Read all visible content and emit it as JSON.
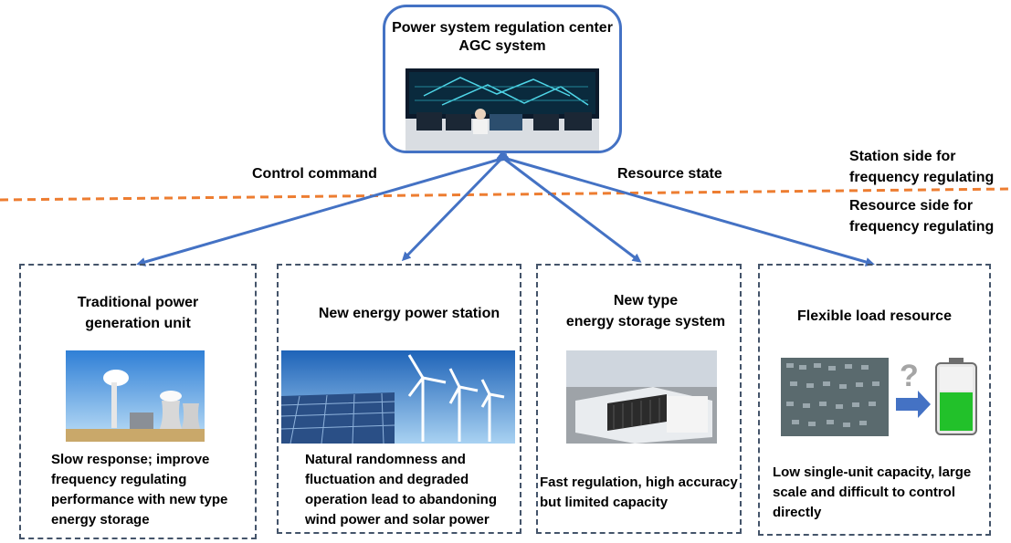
{
  "center": {
    "title_line1": "Power system regulation center",
    "title_line2": "AGC system"
  },
  "labels": {
    "control_command": "Control command",
    "resource_state": "Resource state",
    "station_side_1": "Station side for",
    "station_side_2": "frequency regulating",
    "resource_side_1": "Resource side for",
    "resource_side_2": "frequency regulating"
  },
  "cards": [
    {
      "title_lines": [
        "Traditional power",
        "generation unit"
      ],
      "desc_lines": [
        "Slow response; improve",
        "frequency regulating",
        "performance with new type",
        "energy storage"
      ]
    },
    {
      "title_lines": [
        "New energy power station"
      ],
      "desc_lines": [
        "Natural randomness and",
        "fluctuation and degraded",
        "operation lead to abandoning",
        "wind power and solar power"
      ]
    },
    {
      "title_lines": [
        "New type",
        "energy storage system"
      ],
      "desc_lines": [
        "Fast regulation, high accuracy",
        "but limited capacity"
      ]
    },
    {
      "title_lines": [
        "Flexible load resource"
      ],
      "desc_lines": [
        "Low single-unit capacity, large",
        "scale and difficult to control",
        "directly"
      ]
    }
  ],
  "colors": {
    "arrow": "#4472c4",
    "divider": "#ed7d31",
    "card_border": "#44546a"
  }
}
